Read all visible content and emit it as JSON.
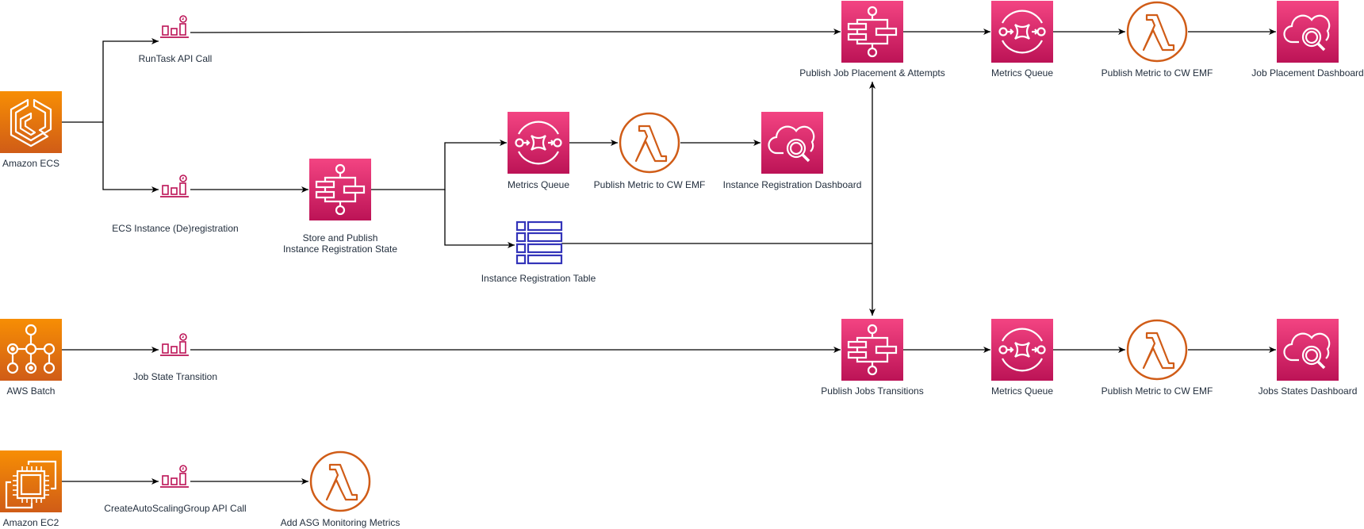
{
  "colors": {
    "orange_top": "#f78e04",
    "orange_bottom": "#d05c17",
    "pink_top": "#f34482",
    "pink_bottom": "#bc1356",
    "lambda": "#d05c17",
    "event_icon": "#bc1356",
    "table_icon": "#3334b9",
    "edge": "#000000",
    "label": "#232f3e"
  },
  "nodes": {
    "ecs": {
      "label": "Amazon ECS",
      "icon": "ecs-icon"
    },
    "batch": {
      "label": "AWS Batch",
      "icon": "batch-icon"
    },
    "ec2": {
      "label": "Amazon EC2",
      "icon": "ec2-icon"
    },
    "runtask_event": {
      "label": "RunTask API Call",
      "icon": "eventbridge-event-icon"
    },
    "ecs_instance_event": {
      "label": "ECS Instance (De)registration",
      "icon": "eventbridge-event-icon"
    },
    "job_state_event": {
      "label": "Job State Transition",
      "icon": "eventbridge-event-icon"
    },
    "asg_event": {
      "label": "CreateAutoScalingGroup API Call",
      "icon": "eventbridge-event-icon"
    },
    "store_publish_sf": {
      "label_line1": "Store and Publish",
      "label_line2": "Instance Registration State",
      "icon": "step-functions-icon"
    },
    "reg_queue": {
      "label": "Metrics Queue",
      "icon": "sqs-icon"
    },
    "reg_lambda": {
      "label": "Publish Metric to CW EMF",
      "icon": "lambda-icon"
    },
    "reg_dashboard": {
      "label": "Instance Registration Dashboard",
      "icon": "cloudwatch-icon"
    },
    "reg_table": {
      "label": "Instance Registration Table",
      "icon": "dynamodb-table-icon"
    },
    "placement_sf": {
      "label": "Publish Job Placement & Attempts",
      "icon": "step-functions-icon"
    },
    "placement_queue": {
      "label": "Metrics Queue",
      "icon": "sqs-icon"
    },
    "placement_lambda": {
      "label": "Publish Metric to CW EMF",
      "icon": "lambda-icon"
    },
    "placement_dashboard": {
      "label": "Job Placement Dashboard",
      "icon": "cloudwatch-icon"
    },
    "transitions_sf": {
      "label": "Publish Jobs Transitions",
      "icon": "step-functions-icon"
    },
    "transitions_queue": {
      "label": "Metrics Queue",
      "icon": "sqs-icon"
    },
    "transitions_lambda": {
      "label": "Publish Metric to CW EMF",
      "icon": "lambda-icon"
    },
    "states_dashboard": {
      "label": "Jobs States Dashboard",
      "icon": "cloudwatch-icon"
    },
    "asg_lambda": {
      "label": "Add ASG Monitoring Metrics",
      "icon": "lambda-icon"
    }
  },
  "edges": [
    {
      "from": "ecs",
      "to": "runtask_event"
    },
    {
      "from": "ecs",
      "to": "ecs_instance_event"
    },
    {
      "from": "runtask_event",
      "to": "placement_sf"
    },
    {
      "from": "ecs_instance_event",
      "to": "store_publish_sf"
    },
    {
      "from": "store_publish_sf",
      "to": "reg_queue"
    },
    {
      "from": "store_publish_sf",
      "to": "reg_table"
    },
    {
      "from": "reg_queue",
      "to": "reg_lambda"
    },
    {
      "from": "reg_lambda",
      "to": "reg_dashboard"
    },
    {
      "from": "reg_table",
      "to": "placement_sf"
    },
    {
      "from": "reg_table",
      "to": "transitions_sf"
    },
    {
      "from": "placement_sf",
      "to": "placement_queue"
    },
    {
      "from": "placement_queue",
      "to": "placement_lambda"
    },
    {
      "from": "placement_lambda",
      "to": "placement_dashboard"
    },
    {
      "from": "batch",
      "to": "job_state_event"
    },
    {
      "from": "job_state_event",
      "to": "transitions_sf"
    },
    {
      "from": "transitions_sf",
      "to": "transitions_queue"
    },
    {
      "from": "transitions_queue",
      "to": "transitions_lambda"
    },
    {
      "from": "transitions_lambda",
      "to": "states_dashboard"
    },
    {
      "from": "ec2",
      "to": "asg_event"
    },
    {
      "from": "asg_event",
      "to": "asg_lambda"
    }
  ]
}
